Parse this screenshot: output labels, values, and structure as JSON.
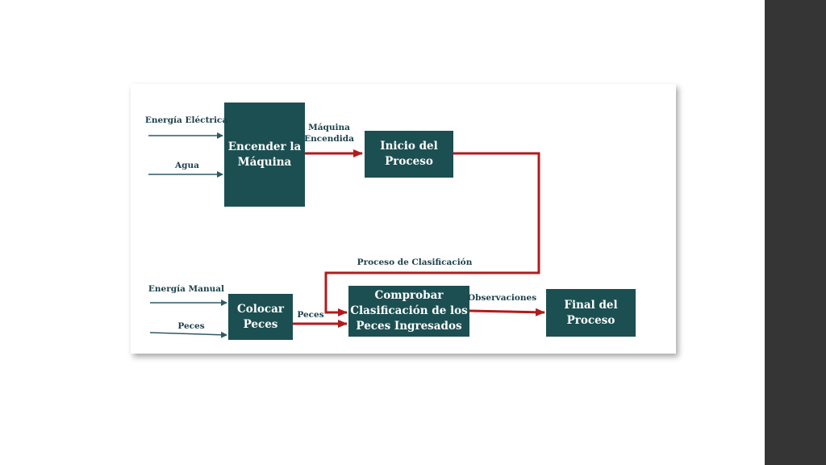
{
  "colors": {
    "box_fill": "#1c4f52",
    "box_text": "#ffffff",
    "label_text": "#1c3f4a",
    "input_arrow": "#2d5a66",
    "flow_arrow": "#b01c1c",
    "side_bar": "#353535"
  },
  "diagram": {
    "boxes": {
      "encender": "Encender la\nMáquina",
      "inicio": "Inicio del\nProceso",
      "colocar": "Colocar\nPeces",
      "comprobar": "Comprobar\nClasificación de los\nPeces Ingresados",
      "final": "Final del\nProceso"
    },
    "labels": {
      "energia_electrica": "Energía Eléctrica",
      "agua": "Agua",
      "maquina_encendida": "Máquina\nEncendida",
      "proceso_clasificacion": "Proceso de  Clasificación",
      "energia_manual": "Energía Manual",
      "peces_input": "Peces",
      "peces_flow": "Peces",
      "observaciones": "Observaciones"
    }
  }
}
